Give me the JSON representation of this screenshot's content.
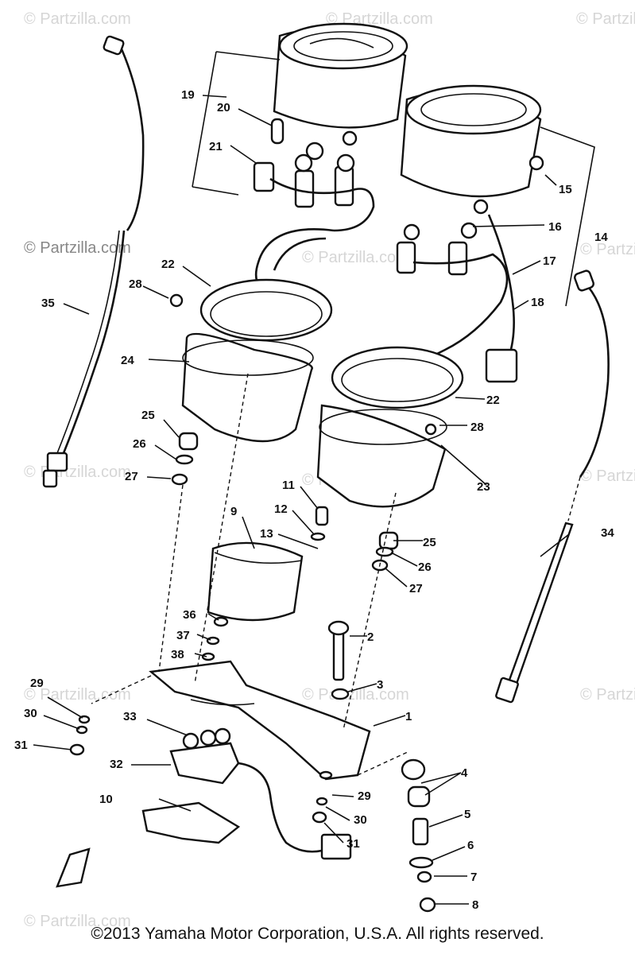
{
  "copyright": "©2013  Yamaha Motor Corporation, U.S.A. All rights reserved.",
  "watermark": "© Partzilla.com",
  "callouts": [
    "1",
    "2",
    "3",
    "4",
    "5",
    "6",
    "7",
    "8",
    "9",
    "10",
    "11",
    "12",
    "13",
    "14",
    "15",
    "16",
    "17",
    "18",
    "19",
    "20",
    "21",
    "22",
    "23",
    "24",
    "25",
    "26",
    "27",
    "28",
    "29",
    "30",
    "31",
    "32",
    "33",
    "34",
    "35",
    "36",
    "37",
    "38"
  ],
  "colors": {
    "ink": "#111111",
    "watermark": "#d6d6d6",
    "background": "#ffffff"
  }
}
